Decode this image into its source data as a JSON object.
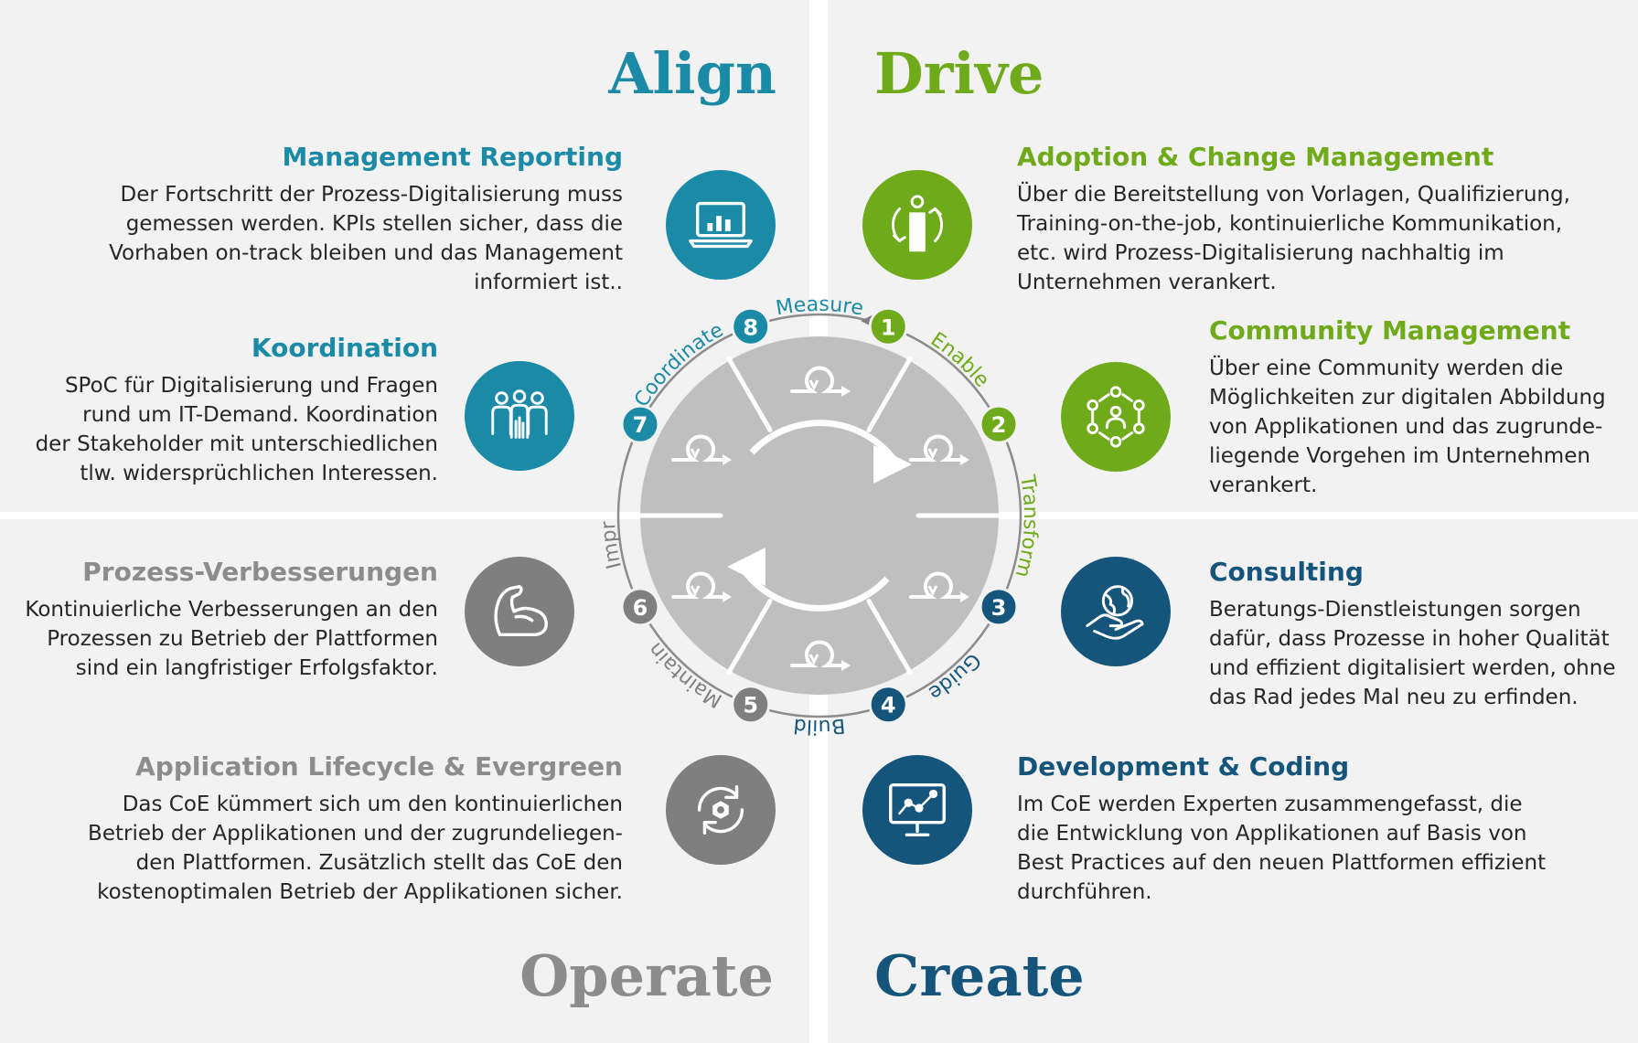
{
  "quadrants": {
    "align": "Align",
    "drive": "Drive",
    "operate": "Operate",
    "create": "Create"
  },
  "blocks": {
    "management_reporting": {
      "title": "Management Reporting",
      "lines": [
        "Der Fortschritt der Prozess-Digitalisierung muss",
        "gemessen werden. KPIs stellen sicher, dass die",
        "Vorhaben on-track bleiben und das Management",
        "informiert ist.."
      ]
    },
    "koordination": {
      "title": "Koordination",
      "lines": [
        "SPoC für Digitalisierung und Fragen",
        "rund um IT-Demand. Koordination",
        "der Stakeholder mit unterschiedlichen",
        "tlw. widersprüchlichen Interessen."
      ]
    },
    "prozess_verbesserungen": {
      "title": "Prozess-Verbesserungen",
      "lines": [
        "Kontinuierliche Verbesserungen an den",
        "Prozessen zu Betrieb der Plattformen",
        "sind ein langfristiger Erfolgsfaktor."
      ]
    },
    "application_lifecycle": {
      "title": "Application Lifecycle & Evergreen",
      "lines": [
        "Das CoE kümmert sich um den kontinuierlichen",
        "Betrieb der Applikationen und der zugrundeliegen-",
        "den Plattformen. Zusätzlich stellt das CoE den",
        "kostenoptimalen Betrieb der Applikationen sicher."
      ]
    },
    "adoption_change": {
      "title": "Adoption & Change Management",
      "lines": [
        "Über die Bereitstellung von Vorlagen, Qualifizierung,",
        "Training-on-the-job, kontinuierliche Kommunikation,",
        "etc. wird Prozess-Digitalisierung nachhaltig im",
        "Unternehmen verankert."
      ]
    },
    "community_management": {
      "title": "Community Management",
      "lines": [
        "Über eine Community werden die",
        "Möglichkeiten zur digitalen Abbildung",
        "von Applikationen und das zugrunde-",
        "liegende Vorgehen im Unternehmen",
        "verankert."
      ]
    },
    "consulting": {
      "title": "Consulting",
      "lines": [
        "Beratungs-Dienstleistungen sorgen",
        "dafür, dass Prozesse in hoher Qualität",
        "und effizient digitalisiert werden, ohne",
        "das Rad jedes Mal neu zu erfinden."
      ]
    },
    "development_coding": {
      "title": "Development & Coding",
      "lines": [
        "Im CoE werden Experten zusammengefasst, die",
        "die Entwicklung von Applikationen auf Basis von",
        "Best Practices auf den neuen Plattformen effizient",
        "durchführen."
      ]
    }
  },
  "cycle": {
    "steps": [
      {
        "number": "1",
        "label": "Enable",
        "color": "#6faa1a"
      },
      {
        "number": "2",
        "label": "Transform",
        "color": "#6faa1a"
      },
      {
        "number": "3",
        "label": "Guide",
        "color": "#15557b"
      },
      {
        "number": "4",
        "label": "Build",
        "color": "#15557b"
      },
      {
        "number": "5",
        "label": "Maintain",
        "color": "#7f7f7f"
      },
      {
        "number": "6",
        "label": "Improve",
        "color": "#7f7f7f"
      },
      {
        "number": "7",
        "label": "Coordinate",
        "color": "#1a8aa7"
      },
      {
        "number": "8",
        "label": "Measure",
        "color": "#1a8aa7"
      }
    ]
  },
  "icons": {
    "management_reporting": "laptop-chart-icon",
    "koordination": "team-icon",
    "prozess_verbesserungen": "muscle-arm-icon",
    "application_lifecycle": "cycle-nut-icon",
    "adoption_change": "person-cycle-icon",
    "community_management": "community-network-icon",
    "consulting": "globe-hand-icon",
    "development_coding": "monitor-chart-icon"
  },
  "colors": {
    "align": "#1a8aa7",
    "drive": "#6faa1a",
    "operate": "#8c8c8c",
    "create": "#15557b"
  }
}
